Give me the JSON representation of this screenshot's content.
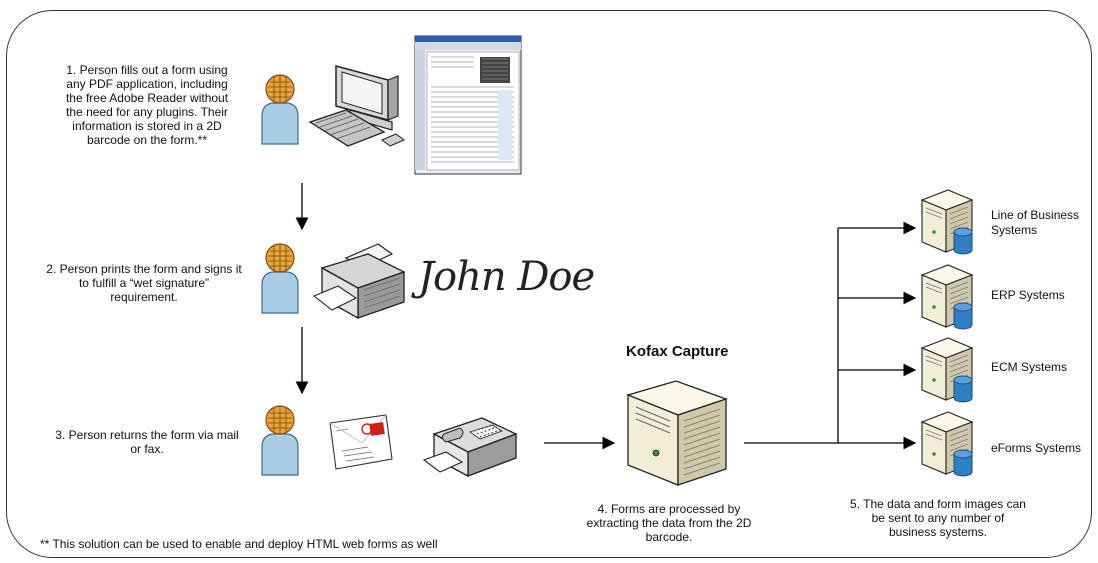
{
  "steps": {
    "step1": "1.  Person fills out a form using any PDF application, including the free Adobe Reader without the need for any plugins.  Their information is stored in a 2D barcode on the form.**",
    "step2": "2. Person prints the form and signs it to fulfill a “wet signature” requirement.",
    "step3": "3. Person returns the form via mail or fax.",
    "step4": "4.  Forms are processed by extracting the data from the 2D barcode.",
    "step5": "5.  The data and form images can be sent to any number of business systems."
  },
  "capture_title": "Kofax Capture",
  "signature": "John Doe",
  "footnote": "** This solution can be used to enable and deploy HTML web forms as well",
  "systems": [
    {
      "label": "Line of Business\nSystems"
    },
    {
      "label": "ERP Systems"
    },
    {
      "label": "ECM Systems"
    },
    {
      "label": "eForms Systems"
    }
  ],
  "icons": {
    "person": "person-icon",
    "computer": "computer-icon",
    "pdf": "pdf-form-screenshot-icon",
    "printer": "printer-icon",
    "envelope": "envelope-icon",
    "fax": "fax-machine-icon",
    "server": "server-icon",
    "database": "database-icon"
  },
  "colors": {
    "person_shirt": "#a9cde3",
    "head": "#e8a33a",
    "server": "#f1ecd7",
    "db": "#2f7fc1",
    "stamp": "#d0201c"
  }
}
